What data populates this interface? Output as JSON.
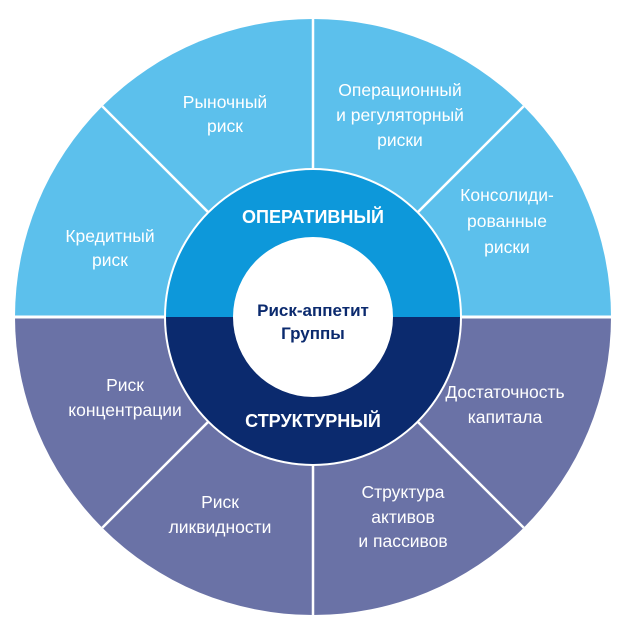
{
  "colors": {
    "operational_outer": "#5cc0ec",
    "operational_inner": "#0d98da",
    "structural_outer": "#6a72a6",
    "structural_inner": "#0b2a6e",
    "center": "#ffffff"
  },
  "center": {
    "line1": "Риск-аппетит",
    "line2": "Группы"
  },
  "ring": {
    "top": "ОПЕРАТИВНЫЙ",
    "bottom": "СТРУКТУРНЫЙ"
  },
  "segments": {
    "credit": [
      "Кредитный",
      "риск"
    ],
    "market": [
      "Рыночный",
      "риск"
    ],
    "operational": [
      "Операционный",
      "и регуляторный",
      "риски"
    ],
    "consolidated": [
      "Консолиди-",
      "рованные",
      "риски"
    ],
    "concentration": [
      "Риск",
      "концентрации"
    ],
    "liquidity": [
      "Риск",
      "ликвидности"
    ],
    "assets": [
      "Структура",
      "активов",
      "и пассивов"
    ],
    "capital": [
      "Достаточность",
      "капитала"
    ]
  }
}
